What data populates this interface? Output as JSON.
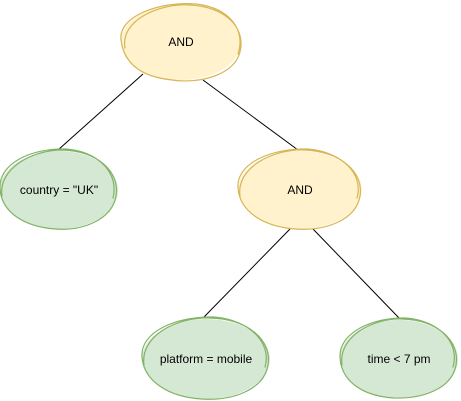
{
  "colors": {
    "operator_fill": "#fff2cc",
    "operator_stroke": "#d6b656",
    "condition_fill": "#d5e8d4",
    "condition_stroke": "#82b366",
    "edge": "#000000"
  },
  "nodes": {
    "root_and": {
      "label": "AND"
    },
    "country": {
      "label": "country = \"UK\""
    },
    "inner_and": {
      "label": "AND"
    },
    "platform": {
      "label": "platform = mobile"
    },
    "time": {
      "label": "time < 7 pm"
    }
  }
}
